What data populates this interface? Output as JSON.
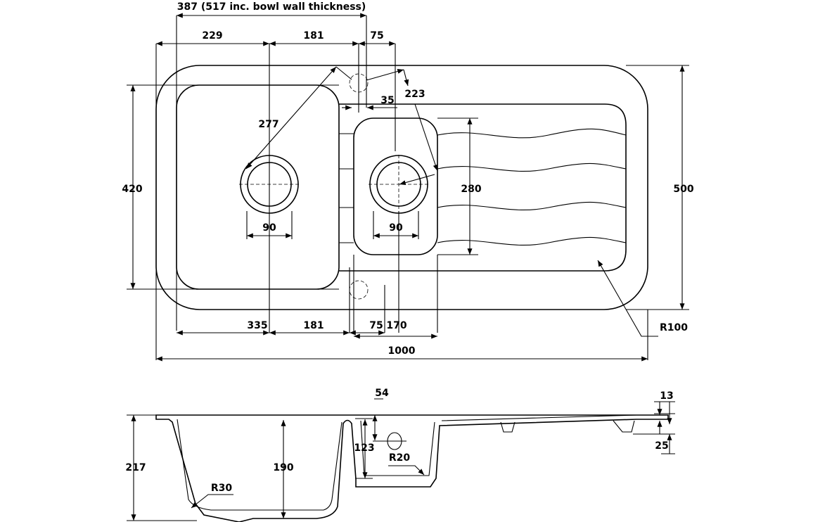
{
  "title": "Sink dimensions drawing",
  "plan_view": {
    "bowl_width_note": "387 (517 inc. bowl wall thickness)",
    "d229": "229",
    "d181_top": "181",
    "d75_top": "75",
    "d35": "35",
    "d277": "277",
    "d223": "223",
    "d420": "420",
    "d500": "500",
    "d280": "280",
    "d90_main": "90",
    "d90_small": "90",
    "d335": "335",
    "d181_bottom": "181",
    "d75_bottom": "75",
    "d170": "170",
    "d1000": "1000",
    "r100": "R100"
  },
  "side_view": {
    "d217": "217",
    "d190": "190",
    "d123": "123",
    "d54": "54",
    "r20": "R20",
    "r30": "R30",
    "d13": "13",
    "d25": "25"
  }
}
